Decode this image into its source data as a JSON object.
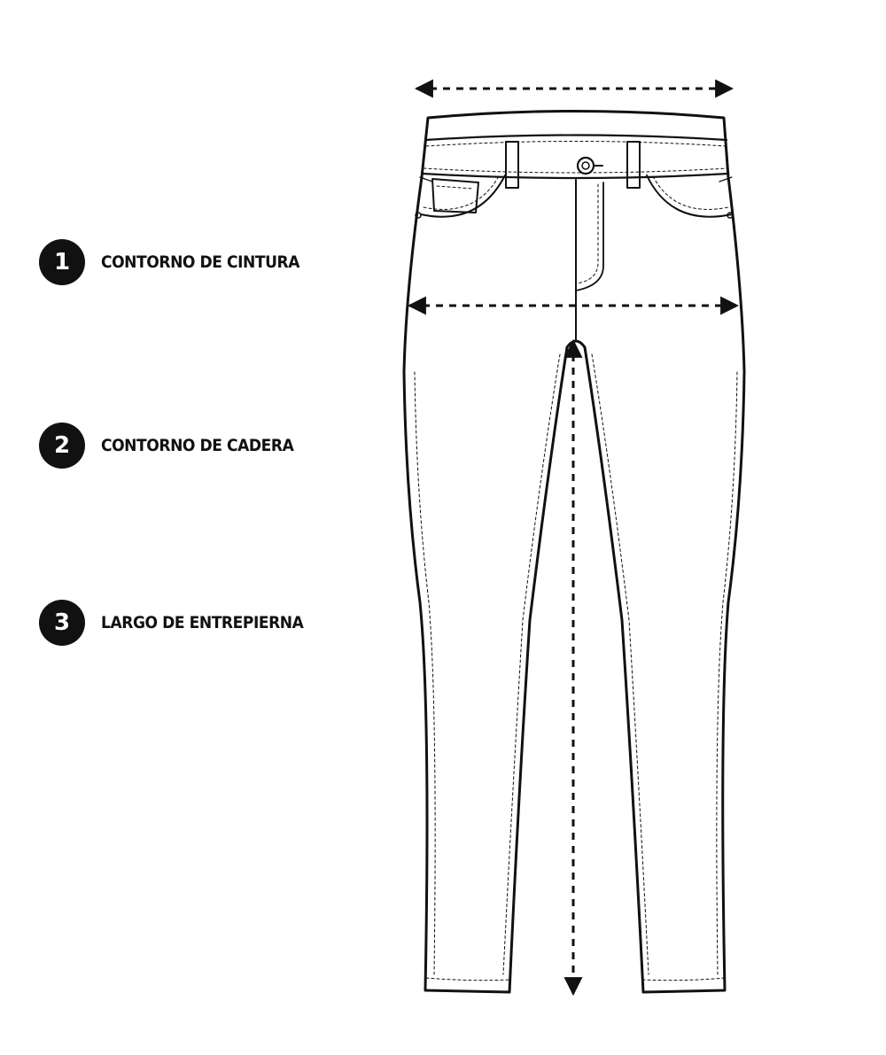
{
  "legend": {
    "items": [
      {
        "number": "1",
        "label": "CONTORNO DE CINTURA"
      },
      {
        "number": "2",
        "label": "CONTORNO DE CADERA"
      },
      {
        "number": "3",
        "label": "LARGO DE ENTREPIERNA"
      }
    ]
  },
  "colors": {
    "ink": "#111111",
    "background": "#ffffff"
  },
  "icons": [
    "jeans-technical-drawing",
    "dimension-arrow"
  ]
}
